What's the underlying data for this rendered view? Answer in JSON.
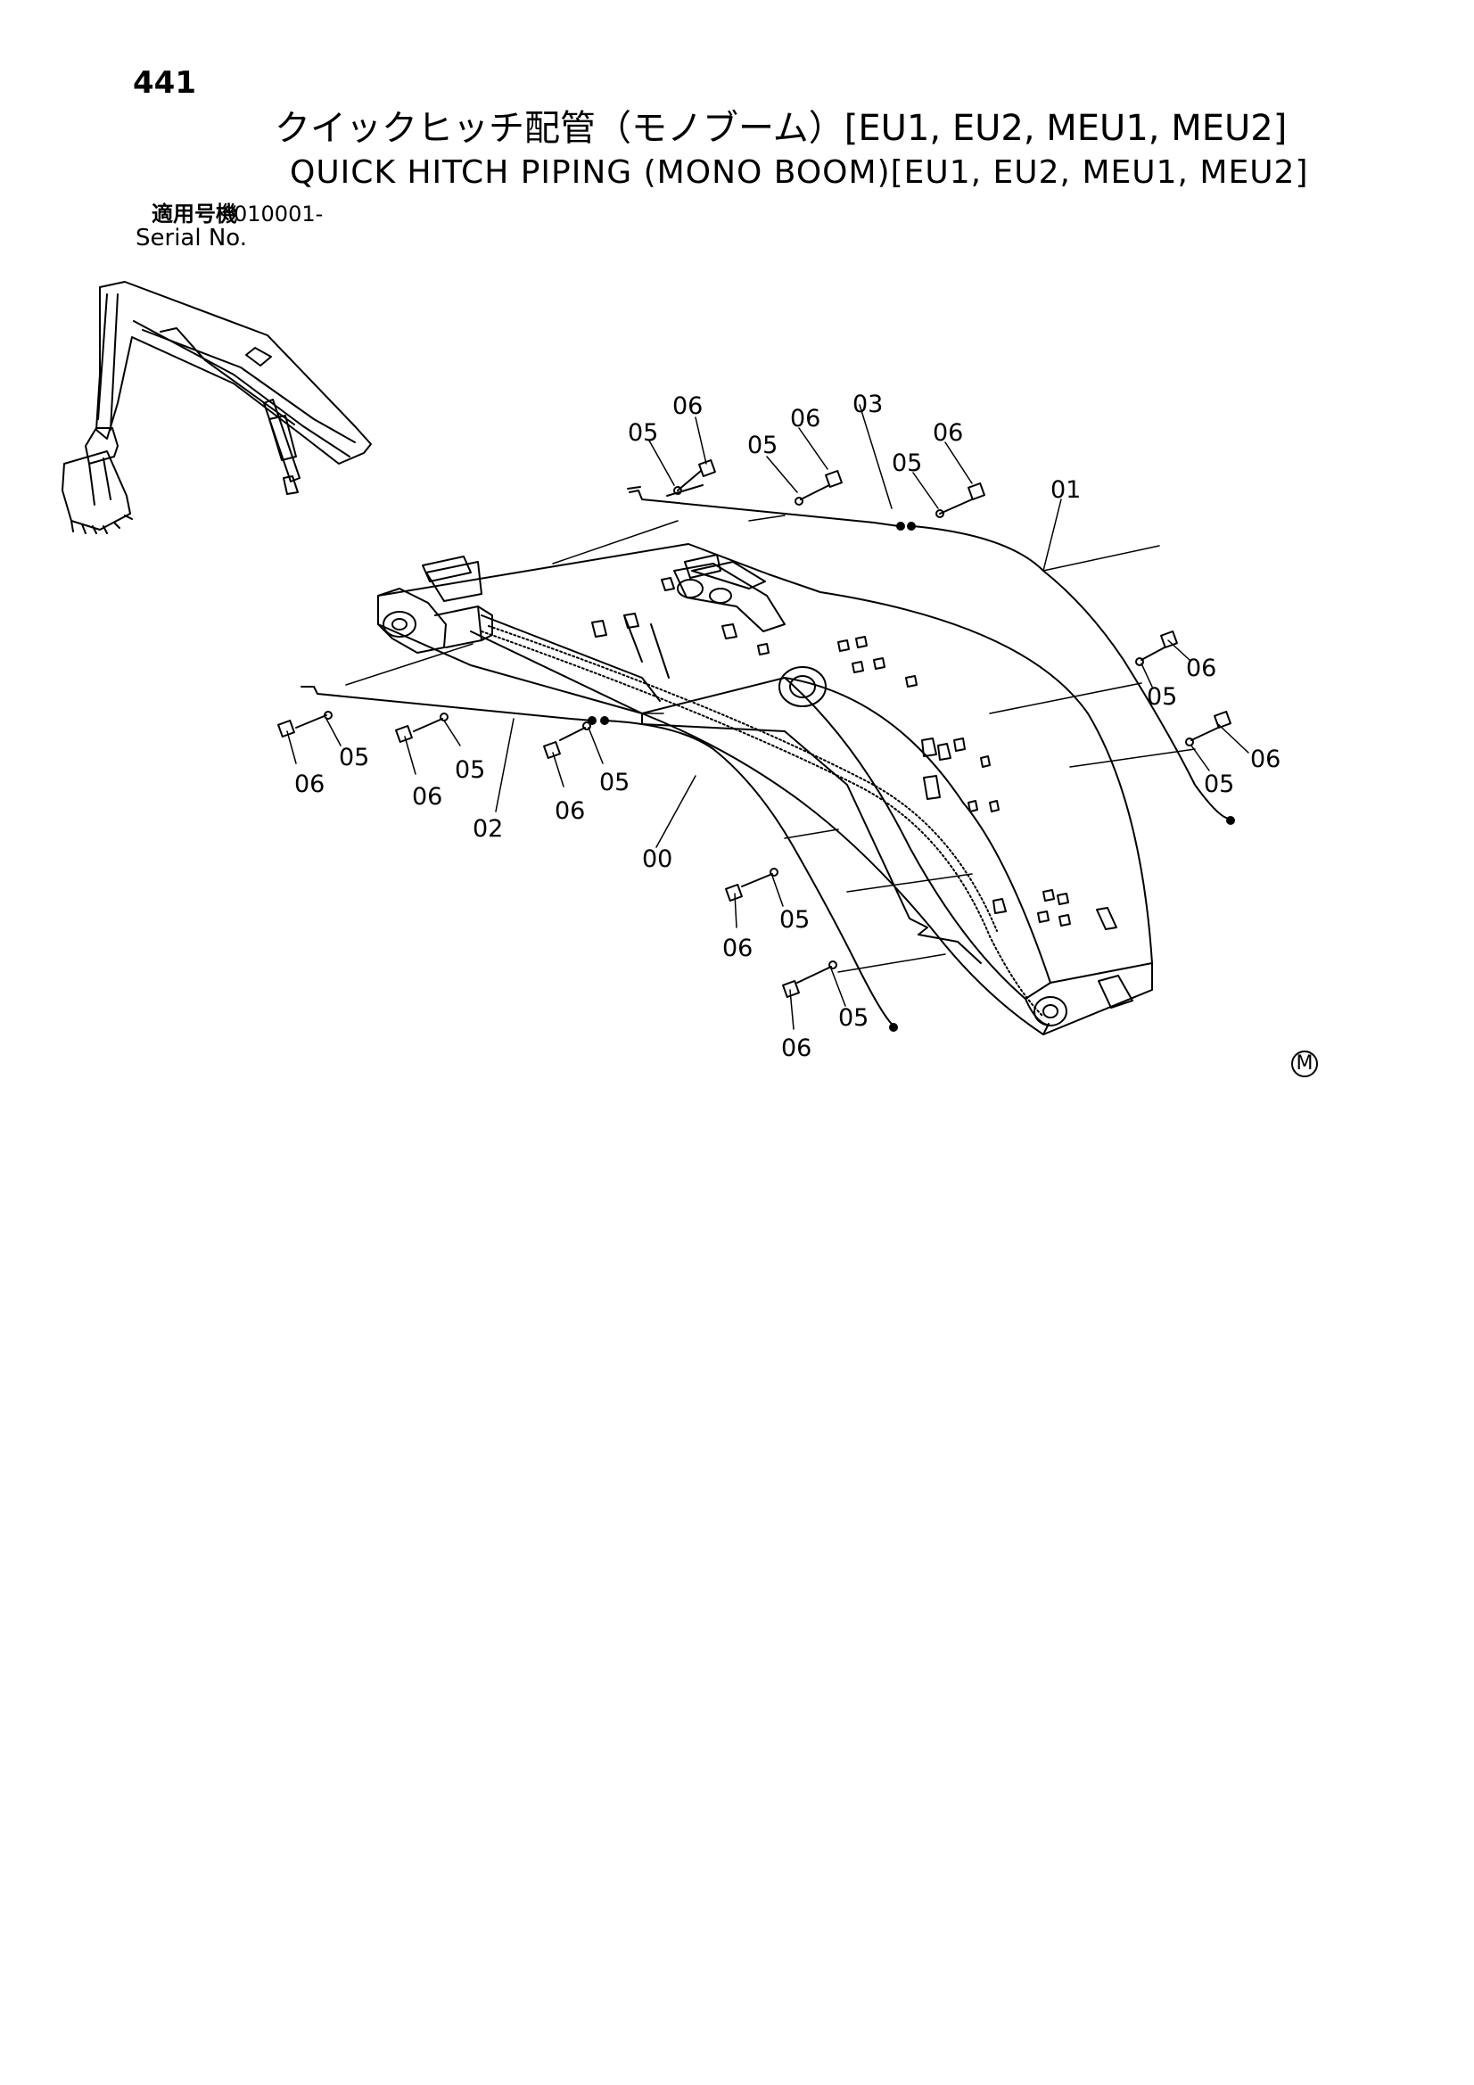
{
  "header": {
    "page_number": "441",
    "title_ja": "クイックヒッチ配管（モノブーム）[EU1, EU2, MEU1, MEU2]",
    "title_en": "QUICK HITCH PIPING (MONO BOOM)[EU1, EU2, MEU1, MEU2]",
    "serial_label_ja": "適用号機",
    "serial_value": "010001-",
    "serial_label_en": "Serial No."
  },
  "callouts": {
    "p00": "00",
    "p01": "01",
    "p02": "02",
    "p03": "03",
    "p05": "05",
    "p06": "06"
  },
  "footer": {
    "mark": "M"
  }
}
